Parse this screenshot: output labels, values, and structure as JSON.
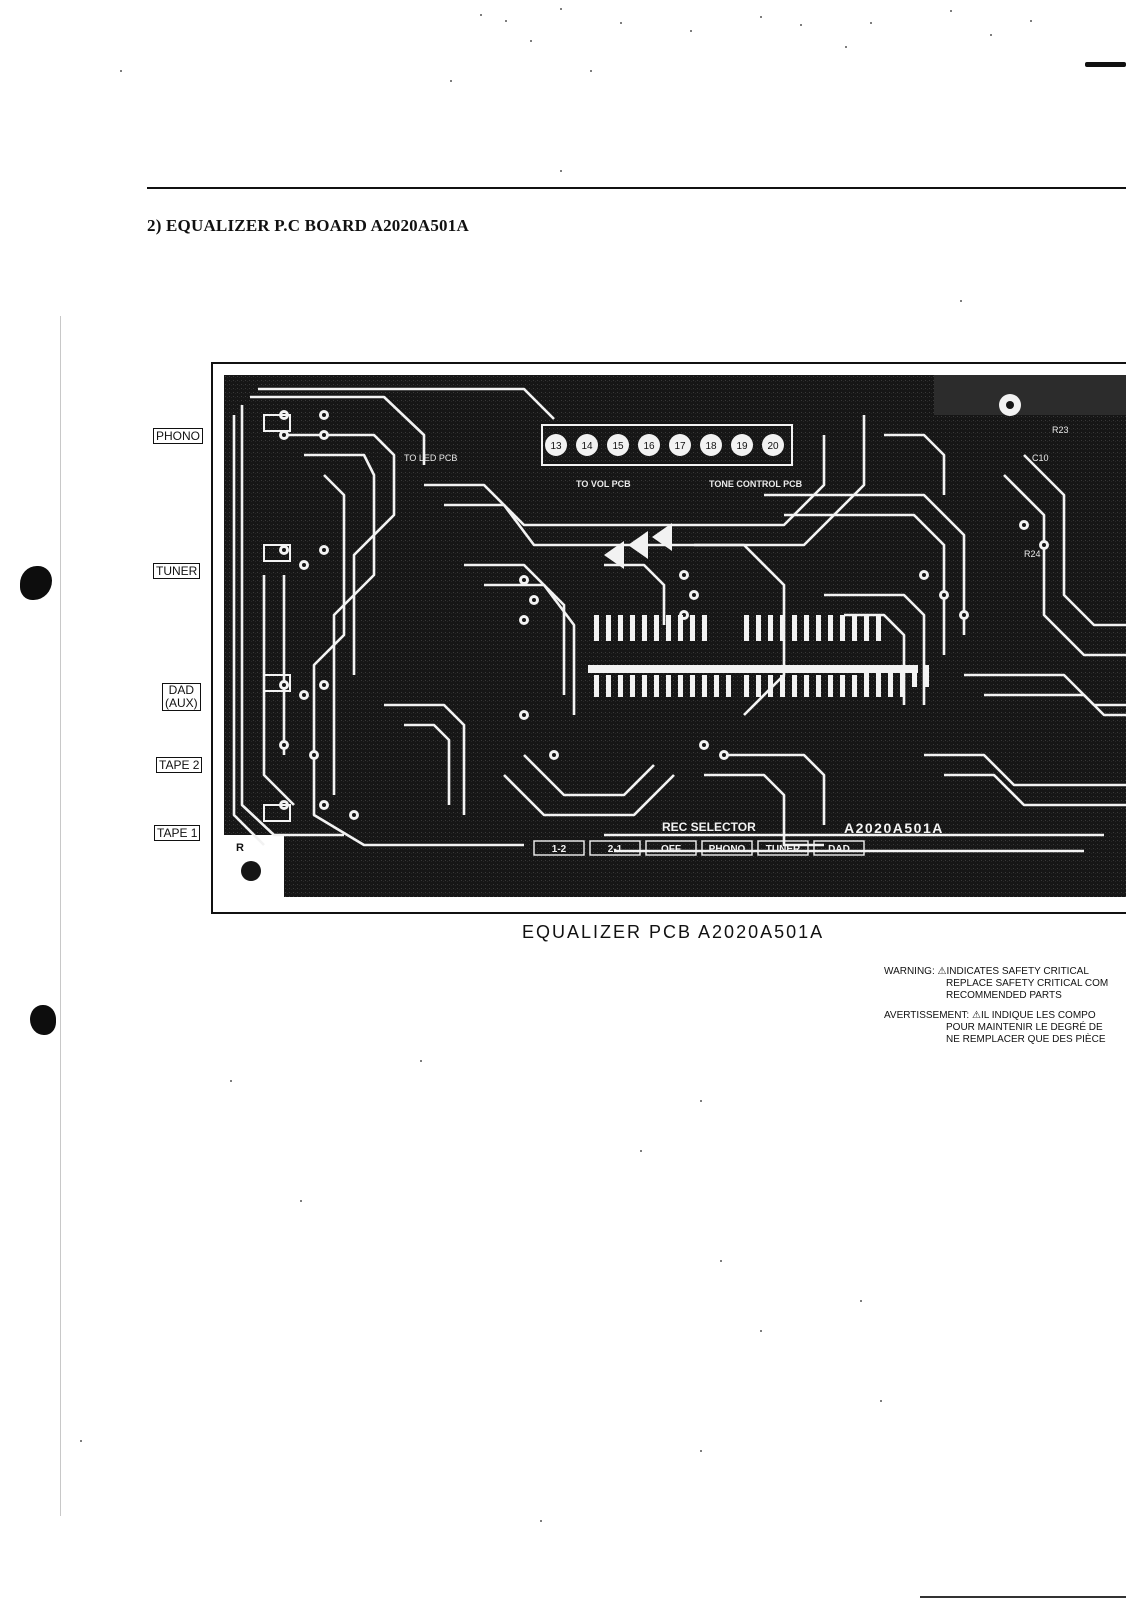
{
  "section_title": "2) EQUALIZER P.C BOARD A2020A501A",
  "jack_labels": {
    "phono": "PHONO",
    "tuner": "TUNER",
    "dad_line1": "DAD",
    "dad_line2": "(AUX)",
    "tape2": "TAPE 2",
    "tape1": "TAPE 1"
  },
  "pcb": {
    "board_id": "A2020A501A",
    "rec_selector": "REC SELECTOR",
    "selector_positions": [
      "1-2",
      "2-1",
      "OFF",
      "PHONO",
      "TUNER",
      "DAD"
    ],
    "connector_pads": [
      "13",
      "14",
      "15",
      "16",
      "17",
      "18",
      "19",
      "20"
    ],
    "to_vol_pcb": "TO VOL PCB",
    "tone_control_pcb": "TONE CONTROL PCB",
    "to_led_pcb": "TO LED PCB",
    "r23": "R23",
    "r24": "R24",
    "c10": "C10",
    "r_marker": "R"
  },
  "caption": "EQUALIZER PCB A2020A501A",
  "warning": {
    "line1": "WARNING: ⚠INDICATES SAFETY CRITICAL",
    "line2": "REPLACE SAFETY CRITICAL COM",
    "line3": "RECOMMENDED PARTS"
  },
  "avertissement": {
    "line1": "AVERTISSEMENT: ⚠IL INDIQUE LES COMPO",
    "line2": "POUR MAINTENIR LE DEGRÉ DE",
    "line3": "NE REMPLACER QUE DES PIÈCE"
  }
}
